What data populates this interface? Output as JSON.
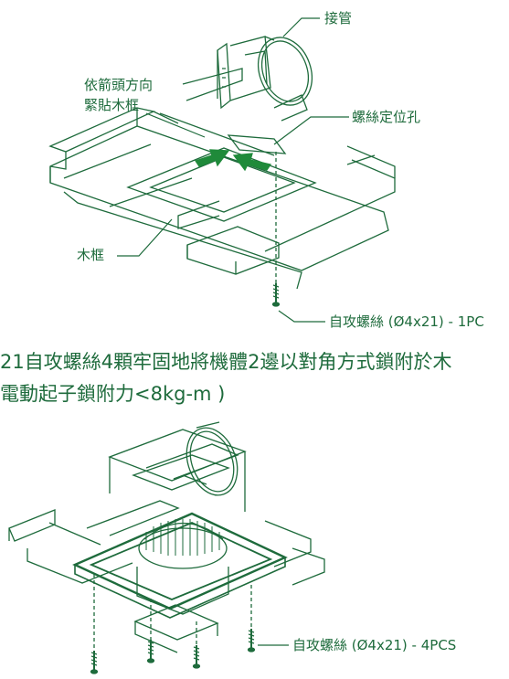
{
  "colors": {
    "ink": "#1e6b3c",
    "accent_green": "#1f8a3a",
    "background": "#ffffff"
  },
  "diagram1": {
    "labels": {
      "connector": "接管",
      "press_instruction_line1": "依箭頭方向",
      "press_instruction_line2": "緊貼木框",
      "screw_hole": "螺絲定位孔",
      "wood_frame": "木框",
      "screw_single": "自攻螺絲 (Ø4x21) - 1PC"
    }
  },
  "instructions": {
    "line1": "21自攻螺絲4顆牢固地將機體2邊以對角方式鎖附於木",
    "line2": "電動起子鎖附力<8kg-m )"
  },
  "diagram2": {
    "labels": {
      "screws_four": "自攻螺絲 (Ø4x21) - 4PCS"
    }
  }
}
